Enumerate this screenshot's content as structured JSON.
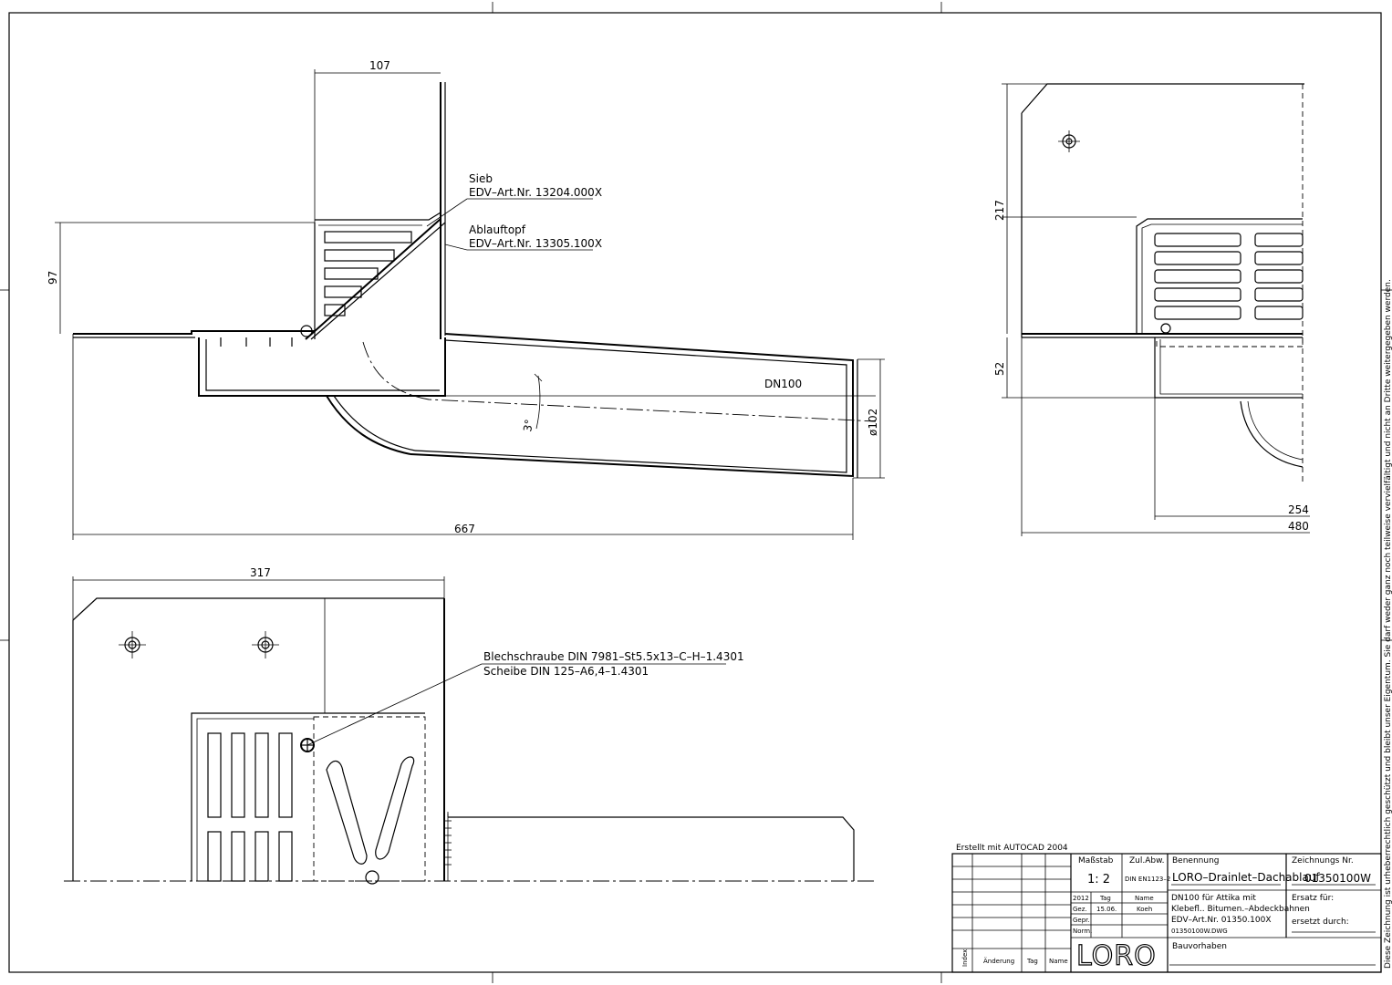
{
  "dimensions": {
    "d107": "107",
    "d97": "97",
    "d667": "667",
    "d3deg": "3°",
    "dn100": "DN100",
    "d102": "ø102",
    "d217": "217",
    "d52": "52",
    "d254": "254",
    "d480": "480",
    "d317": "317"
  },
  "callouts": {
    "sieb_title": "Sieb",
    "sieb_art": "EDV–Art.Nr. 13204.000X",
    "ablauf_title": "Ablauftopf",
    "ablauf_art": "EDV–Art.Nr. 13305.100X",
    "screw": "Blechschraube DIN 7981–St5.5x13–C–H–1.4301",
    "washer": "Scheibe DIN 125–A6,4–1.4301"
  },
  "copyright_notice": "Diese Zeichnung ist urheberrechtlich geschützt und bleibt unser Eigentum. Sie darf weder ganz noch teilweise vervielfältigt und nicht an Dritte weitergegeben werden.",
  "title_block": {
    "created_with": "Erstellt mit AUTOCAD 2004",
    "massstab_label": "Maßstab",
    "massstab_value": "1: 2",
    "zul_abw_label": "Zul.Abw.",
    "zul_abw_value": "DIN EN1123–2",
    "benennung_label": "Benennung",
    "benennung_value": "LORO–Drainlet–Dachablauf",
    "desc_1": "DN100 für Attika mit",
    "desc_2": "Klebefl.. Bitumen.–Abdeckbahnen",
    "desc_3": "EDV–Art.Nr. 01350.100X",
    "desc_4": "01350100W.DWG",
    "zeichnungs_label": "Zeichnungs Nr.",
    "zeichnungs_value": "01350100W",
    "ersatz_fuer": "Ersatz für:",
    "ersetzt_durch": "ersetzt durch:",
    "year": "2012",
    "tag_label": "Tag",
    "name_label": "Name",
    "gez": "Gez.",
    "gez_date": "15.06.",
    "gez_name": "Koeh",
    "gepr": "Gepr.",
    "norm": "Norm.",
    "index": "Index",
    "aenderung": "Änderung",
    "tag": "Tag",
    "name": "Name",
    "logo": "LORO",
    "bauvorhaben": "Bauvorhaben"
  }
}
